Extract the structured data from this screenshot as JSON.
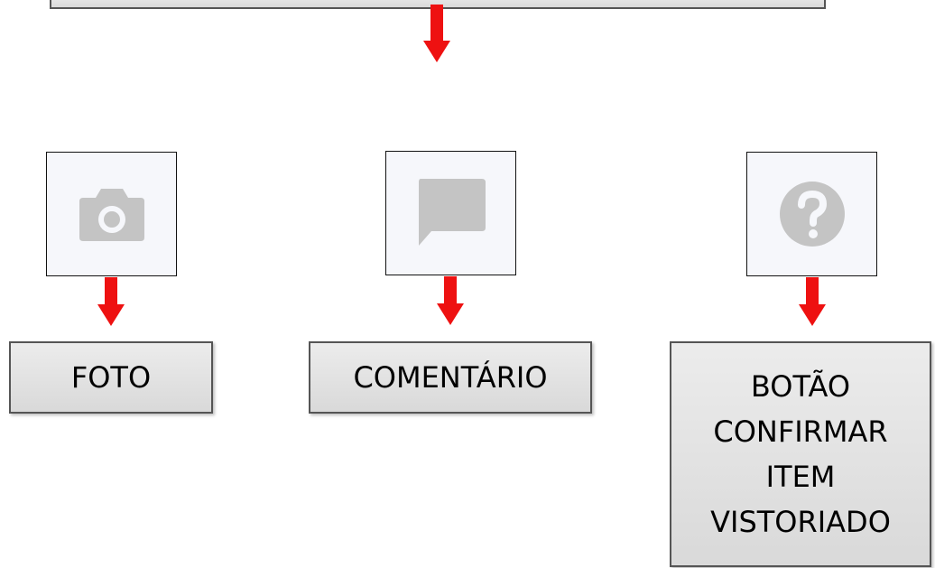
{
  "colors": {
    "arrow": "#ee1111",
    "icon_gray": "#c4c4c4",
    "box_fill": "#e3e3e3",
    "box_border": "#555555"
  },
  "items": [
    {
      "icon": "camera-icon",
      "label": "FOTO"
    },
    {
      "icon": "comment-icon",
      "label": "COMENTÁRIO"
    },
    {
      "icon": "help-icon",
      "label": "BOTÃO\nCONFIRMAR\nITEM\nVISTORIADO"
    }
  ]
}
